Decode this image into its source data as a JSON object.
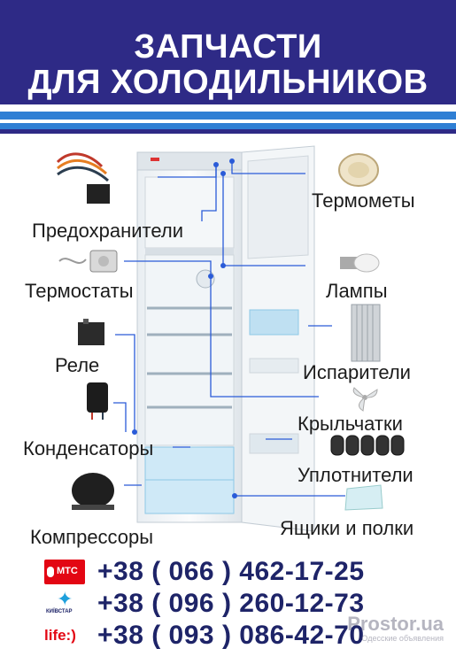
{
  "header": {
    "line1": "ЗАПЧАСТИ",
    "line2": "ДЛЯ ХОЛОДИЛЬНИКОВ"
  },
  "colors": {
    "banner": "#2e2a86",
    "stripe": "#2f7fd4",
    "connector": "#2a5bd8",
    "phone": "#1e2468"
  },
  "labels": {
    "fuses": "Предохранители",
    "thermometers": "Термометы",
    "thermostats": "Термостаты",
    "lamps": "Лампы",
    "relays": "Реле",
    "evaporators": "Испарители",
    "impellers": "Крыльчатки",
    "capacitors": "Конденсаторы",
    "seals": "Уплотнители",
    "compressors": "Компрессоры",
    "drawers": "Ящики и полки"
  },
  "phones": [
    {
      "operator": "МТС",
      "number": "+38 ( 066 ) 462-17-25"
    },
    {
      "operator": "КИЇВСТАР",
      "number": "+38 ( 096 ) 260-12-73"
    },
    {
      "operator": "life:)",
      "number": "+38 ( 093 ) 086-42-70"
    }
  ],
  "watermark": {
    "main": "Prostor.ua",
    "sub": "Одесские объявления"
  }
}
